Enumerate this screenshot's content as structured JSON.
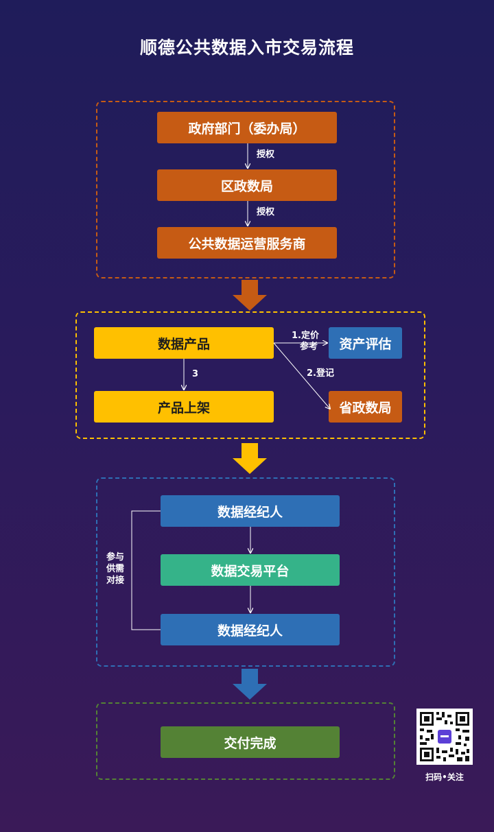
{
  "title": "顺德公共数据入市交易流程",
  "stage1": {
    "box1": "政府部门（委办局）",
    "arrow1": "授权",
    "box2": "区政数局",
    "arrow2": "授权",
    "box3": "公共数据运营服务商",
    "border_color": "#c65b14",
    "arrow_color": "#c65b14"
  },
  "stage2": {
    "product": "数据产品",
    "listing": "产品上架",
    "asset_eval": "资产评估",
    "provincial": "省政数局",
    "edge1_line1": "1.定价",
    "edge1_line2": "参考",
    "edge2": "2.登记",
    "edge3": "3",
    "border_color": "#ffc000",
    "arrow_color": "#ffc000"
  },
  "stage3": {
    "broker_top": "数据经纪人",
    "platform": "数据交易平台",
    "broker_bottom": "数据经纪人",
    "side_label": [
      "参与",
      "供需",
      "对接"
    ],
    "border_color": "#2e6fb5",
    "arrow_color": "#2e6fb5"
  },
  "stage4": {
    "delivery": "交付完成",
    "border_color": "#548235"
  },
  "qr": {
    "caption": "扫码•关注"
  }
}
